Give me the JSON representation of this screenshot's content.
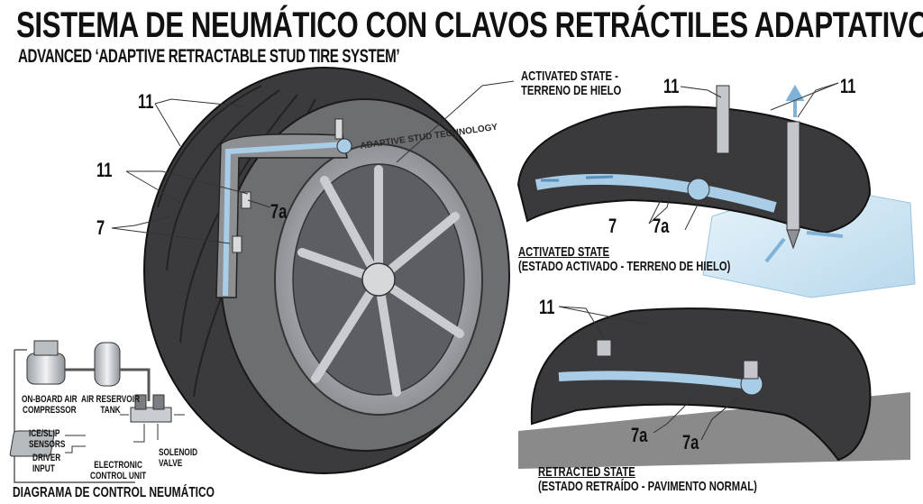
{
  "title": "SISTEMA DE NEUMÁTICO CON CLAVOS RETRÁCTILES ADAPTATIVOS",
  "subtitle": "ADVANCED ‘ADAPTIVE RETRACTABLE STUD TIRE SYSTEM’",
  "main_tire": {
    "sidewall_text": "ADAPTIVE STUD TECHNOLOGY",
    "labels": {
      "stud_top": "11",
      "stud_mid": "11",
      "channel": "7",
      "valve": "7a"
    }
  },
  "activated_callout": {
    "line1": "ACTIVATED STATE -",
    "line2": "TERRENO DE HIELO"
  },
  "activated_view": {
    "heading": "ACTIVATED STATE",
    "caption": "(ESTADO ACTIVADO - TERRENO DE HIELO)",
    "labels": {
      "stud_left": "11",
      "stud_right": "11",
      "channel": "7",
      "valve": "7a"
    }
  },
  "retracted_view": {
    "heading": "RETRACTED STATE",
    "caption": "(ESTADO RETRAÍDO - PAVIMENTO NORMAL)",
    "labels": {
      "studs": "11",
      "valve_left": "7a",
      "valve_right": "7a"
    }
  },
  "control_diagram": {
    "title": "DIAGRAMA DE CONTROL NEUMÁTICO",
    "compressor": [
      "ON-BOARD AIR",
      "COMPRESSOR"
    ],
    "tank": [
      "AIR RESERVOIR",
      "TANK"
    ],
    "sensors": [
      "ICE/SLIP",
      "SENSORS"
    ],
    "driver": [
      "DRIVER",
      "INPUT"
    ],
    "ecu": [
      "ELECTRONIC",
      "CONTROL UNIT"
    ],
    "solenoid": [
      "SOLENOID",
      "VALVE"
    ]
  },
  "colors": {
    "tire": "#3a3a3c",
    "tire_dark": "#232325",
    "rim": "#b9bcc0",
    "air_channel": "#a9cde6",
    "ice": "#cfe6f3",
    "road": "#8a8a8a",
    "brass": "#c9a43c"
  }
}
